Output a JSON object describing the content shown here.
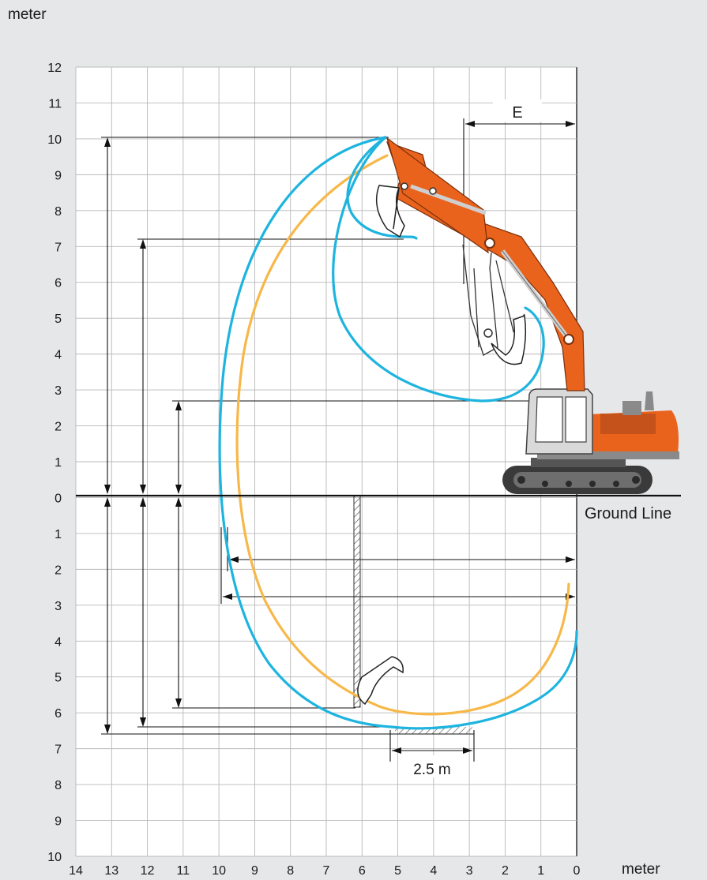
{
  "title": "",
  "y_unit_label": "meter",
  "x_unit_label": "meter",
  "ground_label": "Ground Line",
  "dimension_e": "E",
  "dimension_width": "2.5 m",
  "colors": {
    "background": "#e6e7e9",
    "grid_bg": "#ffffff",
    "grid_line": "#b8b8b8",
    "envelope_outer": "#1eb4df",
    "envelope_inner": "#f7b84a",
    "machine_orange": "#e9631c",
    "machine_dark": "#3a3a3a",
    "machine_grey": "#7c7c7c"
  },
  "axes": {
    "x_ticks": [
      "14",
      "13",
      "12",
      "11",
      "10",
      "9",
      "8",
      "7",
      "6",
      "5",
      "4",
      "3",
      "2",
      "1",
      "0"
    ],
    "y_ticks_above": [
      "12",
      "11",
      "10",
      "9",
      "8",
      "7",
      "6",
      "5",
      "4",
      "3",
      "2",
      "1",
      "0"
    ],
    "y_ticks_below": [
      "1",
      "2",
      "3",
      "4",
      "5",
      "6",
      "7",
      "8",
      "9",
      "10"
    ]
  },
  "icons": [
    "excavator-icon",
    "bucket-icon"
  ]
}
